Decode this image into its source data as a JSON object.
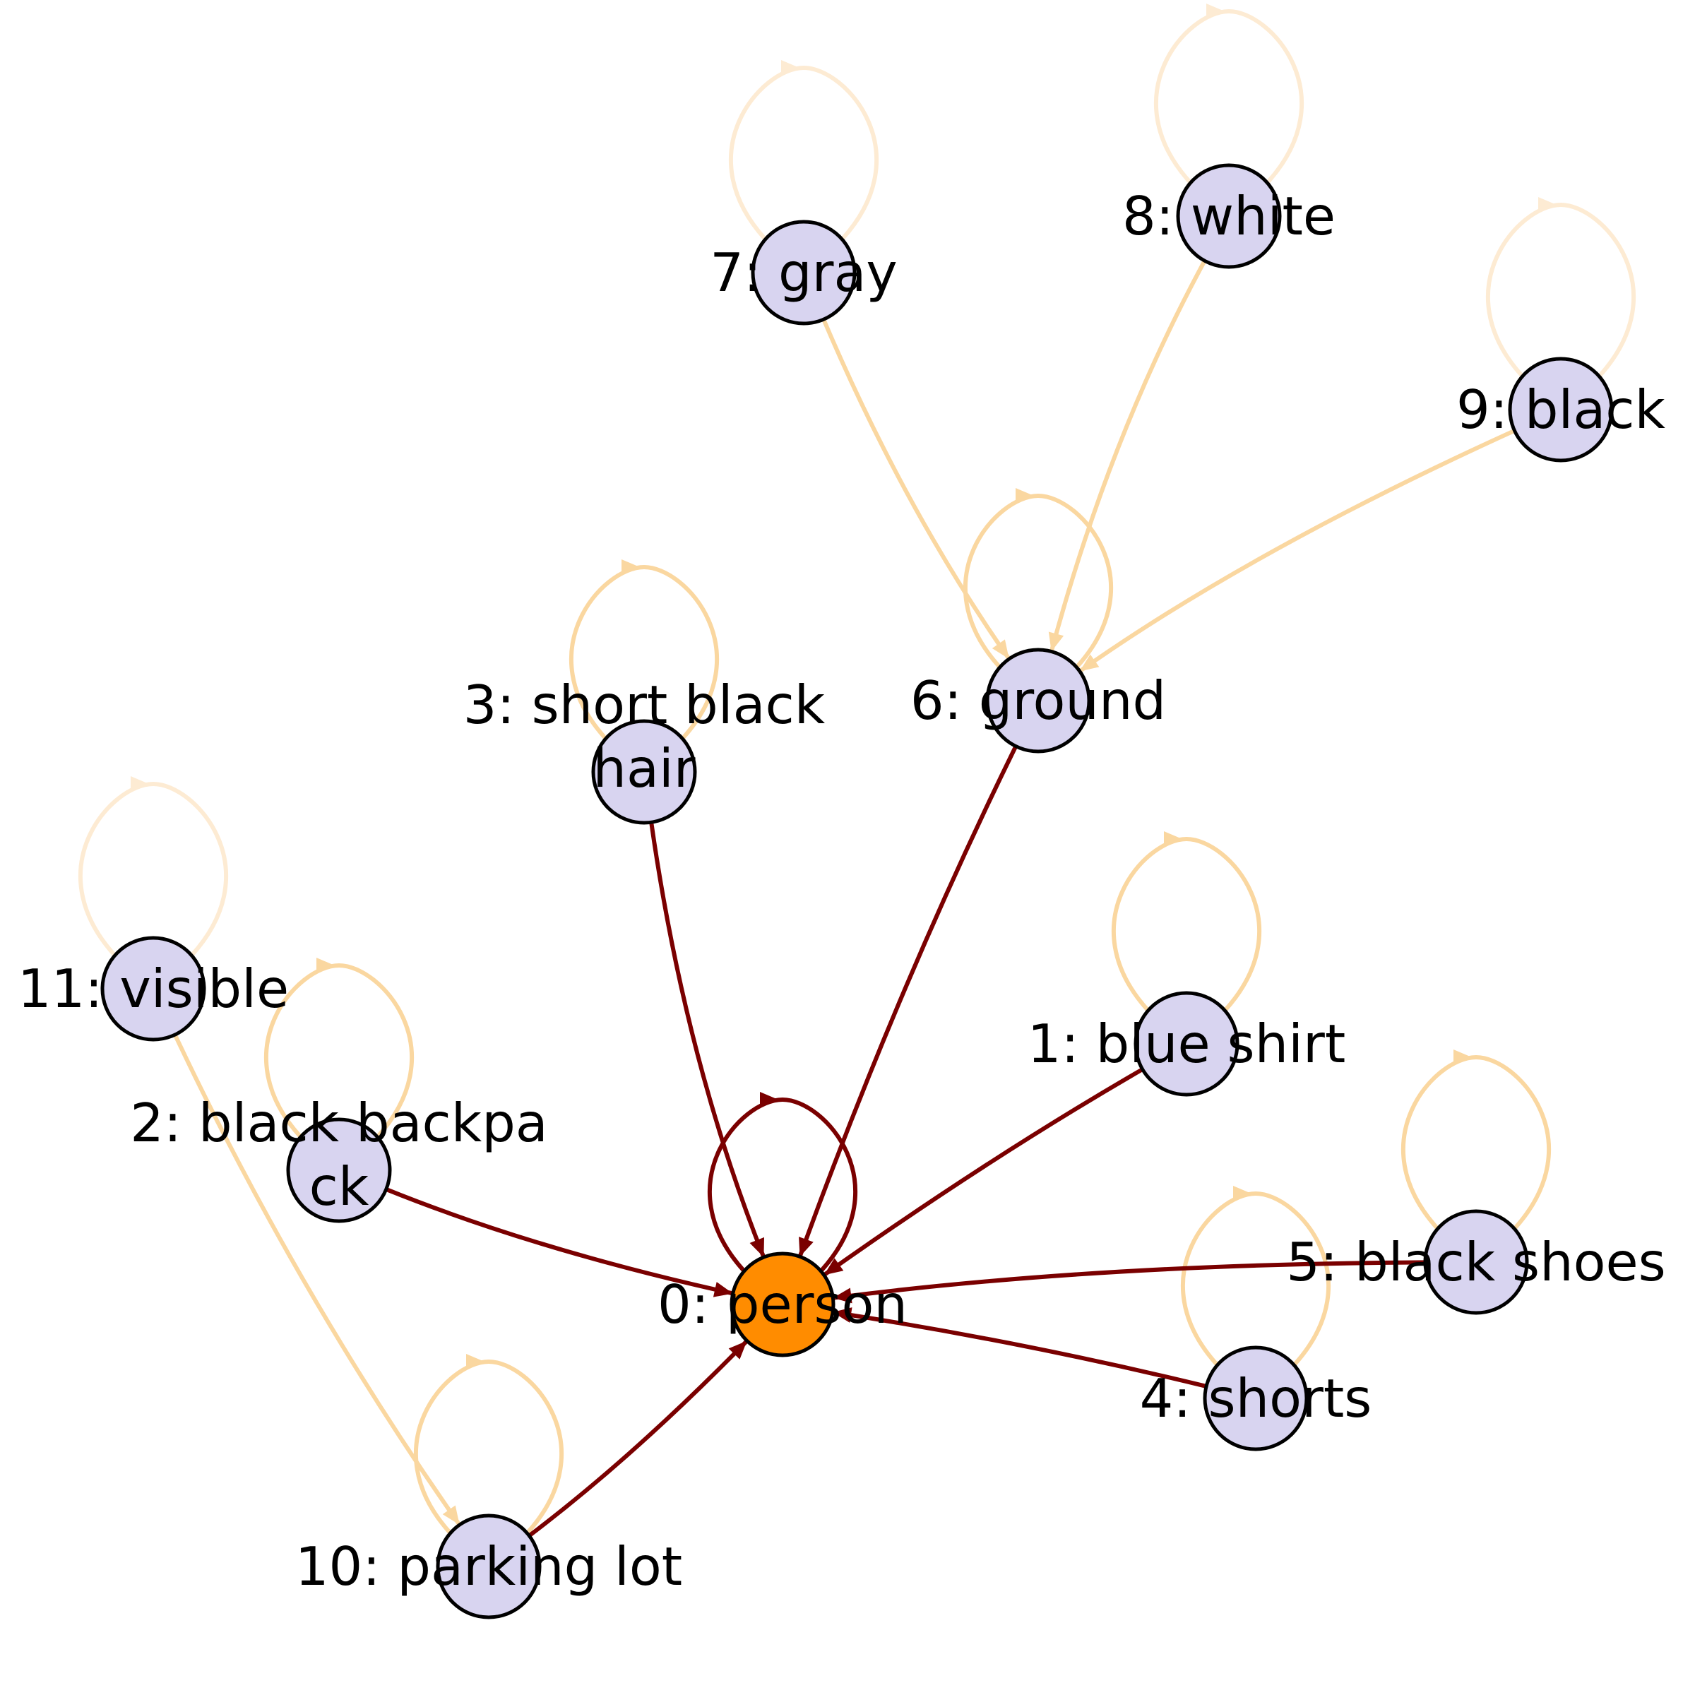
{
  "colors": {
    "background": "#ffffff",
    "node_fill": "#d8d4f0",
    "center_node_fill": "#ff8c00",
    "node_stroke": "#000000",
    "edge_strong": "#7a0000",
    "edge_light": "#fad7a0",
    "edge_faint": "#fdebd3"
  },
  "nodes": [
    {
      "id": 0,
      "label_lines": [
        "0: person"
      ],
      "center": true
    },
    {
      "id": 1,
      "label_lines": [
        "1: blue shirt"
      ]
    },
    {
      "id": 2,
      "label_lines": [
        "2: black backpa",
        "ck"
      ]
    },
    {
      "id": 3,
      "label_lines": [
        "3: short black",
        "hair"
      ]
    },
    {
      "id": 4,
      "label_lines": [
        "4: shorts"
      ]
    },
    {
      "id": 5,
      "label_lines": [
        "5: black shoes"
      ]
    },
    {
      "id": 6,
      "label_lines": [
        "6: ground"
      ]
    },
    {
      "id": 7,
      "label_lines": [
        "7: gray"
      ]
    },
    {
      "id": 8,
      "label_lines": [
        "8: white"
      ]
    },
    {
      "id": 9,
      "label_lines": [
        "9: black"
      ]
    },
    {
      "id": 10,
      "label_lines": [
        "10: parking lot"
      ]
    },
    {
      "id": 11,
      "label_lines": [
        "11: visible"
      ]
    }
  ],
  "edges": [
    {
      "source": 1,
      "target": 0,
      "style": "strong"
    },
    {
      "source": 2,
      "target": 0,
      "style": "strong"
    },
    {
      "source": 3,
      "target": 0,
      "style": "strong"
    },
    {
      "source": 4,
      "target": 0,
      "style": "strong"
    },
    {
      "source": 5,
      "target": 0,
      "style": "strong"
    },
    {
      "source": 6,
      "target": 0,
      "style": "strong"
    },
    {
      "source": 10,
      "target": 0,
      "style": "strong"
    },
    {
      "source": 7,
      "target": 6,
      "style": "light"
    },
    {
      "source": 8,
      "target": 6,
      "style": "light"
    },
    {
      "source": 9,
      "target": 6,
      "style": "light"
    },
    {
      "source": 11,
      "target": 10,
      "style": "light"
    }
  ],
  "self_loops": [
    {
      "node": 0,
      "style": "strong"
    },
    {
      "node": 1,
      "style": "light"
    },
    {
      "node": 2,
      "style": "light"
    },
    {
      "node": 3,
      "style": "light"
    },
    {
      "node": 4,
      "style": "light"
    },
    {
      "node": 5,
      "style": "light"
    },
    {
      "node": 6,
      "style": "light"
    },
    {
      "node": 7,
      "style": "faint"
    },
    {
      "node": 8,
      "style": "faint"
    },
    {
      "node": 9,
      "style": "faint"
    },
    {
      "node": 10,
      "style": "light"
    },
    {
      "node": 11,
      "style": "faint"
    }
  ]
}
